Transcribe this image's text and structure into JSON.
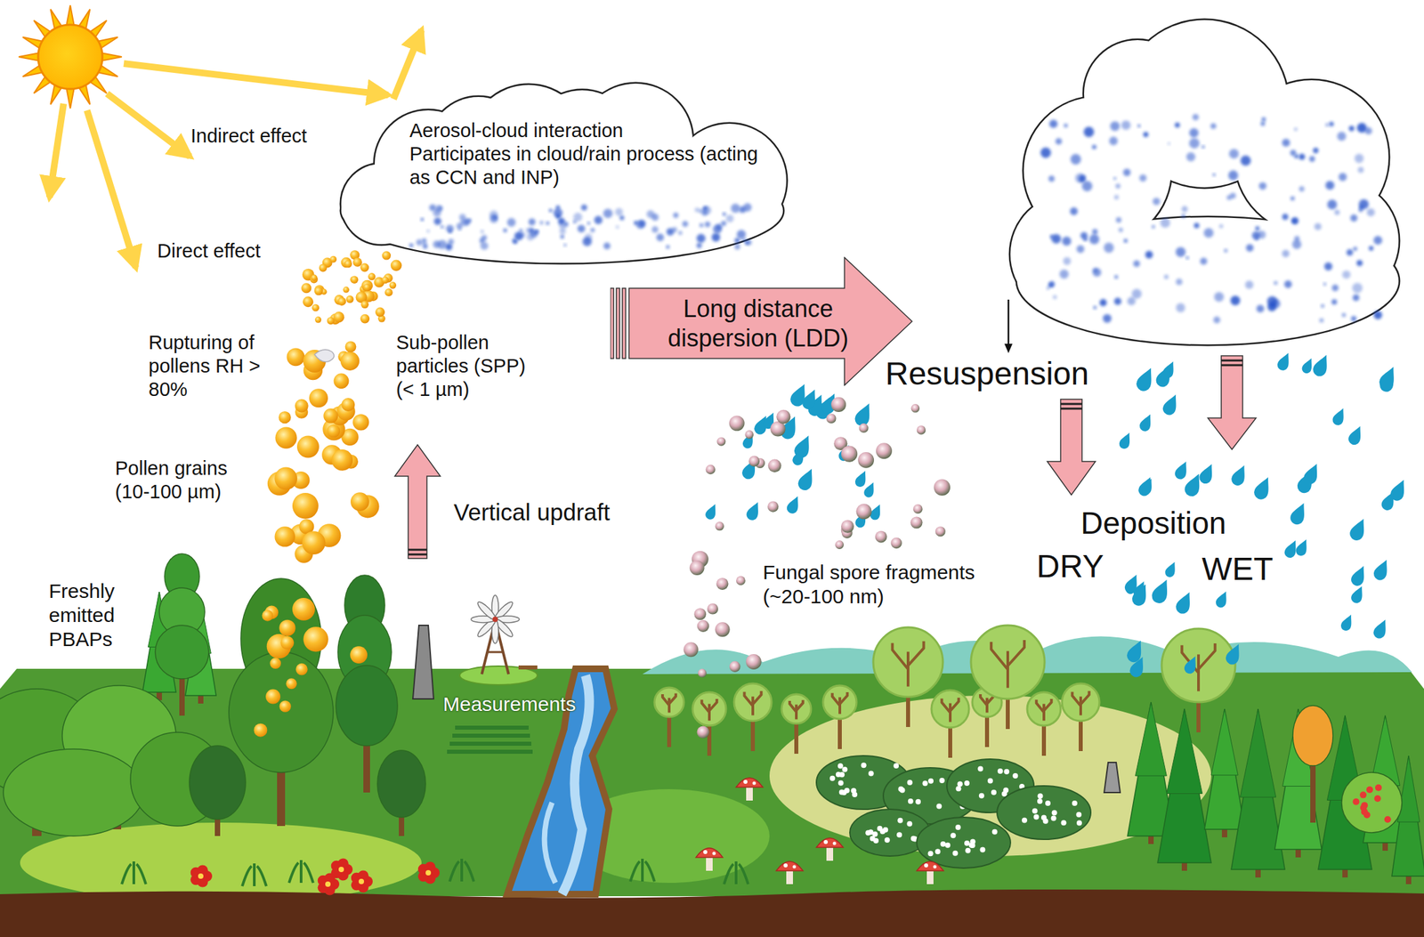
{
  "diagram": {
    "nodes": [
      {
        "text": [
          "Aerosol-cloud interaction",
          "Participates in cloud/rain process (acting as CCN and INP)"
        ]
      },
      {
        "text": [
          "Long distance dispersion (LDD)"
        ]
      }
    ],
    "labels": [
      "Indirect effect",
      "Direct effect",
      "Rupturing of pollens RH > 80%",
      "Sub-pollen particles (SPP) (< 1 µm)",
      "Pollen grains (10-100 µm)",
      "Vertical updraft",
      "Freshly emitted PBAPs",
      "Measurements",
      "Fungal spore fragments (~20-100 nm)",
      "Resuspension",
      "Deposition",
      "DRY",
      "WET"
    ]
  }
}
